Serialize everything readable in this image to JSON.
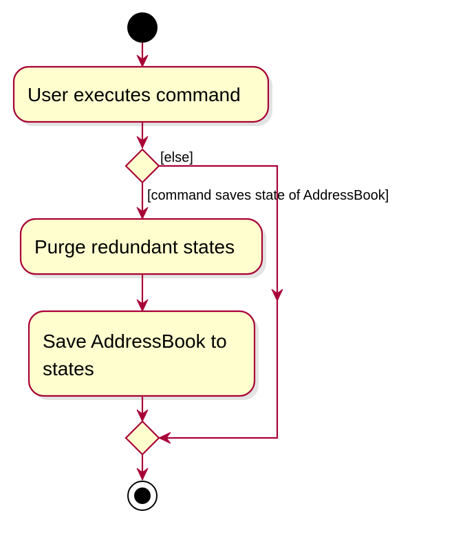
{
  "colors": {
    "accent": "#A80036",
    "activity_fill": "#FEFECE",
    "text": "#000000",
    "background": "#FFFFFF"
  },
  "activities": {
    "user_executes": "User executes command",
    "purge": "Purge redundant states",
    "save_line1": "Save AddressBook to",
    "save_line2": "states"
  },
  "guards": {
    "else": "[else]",
    "saves_state": "[command saves state of AddressBook]"
  }
}
